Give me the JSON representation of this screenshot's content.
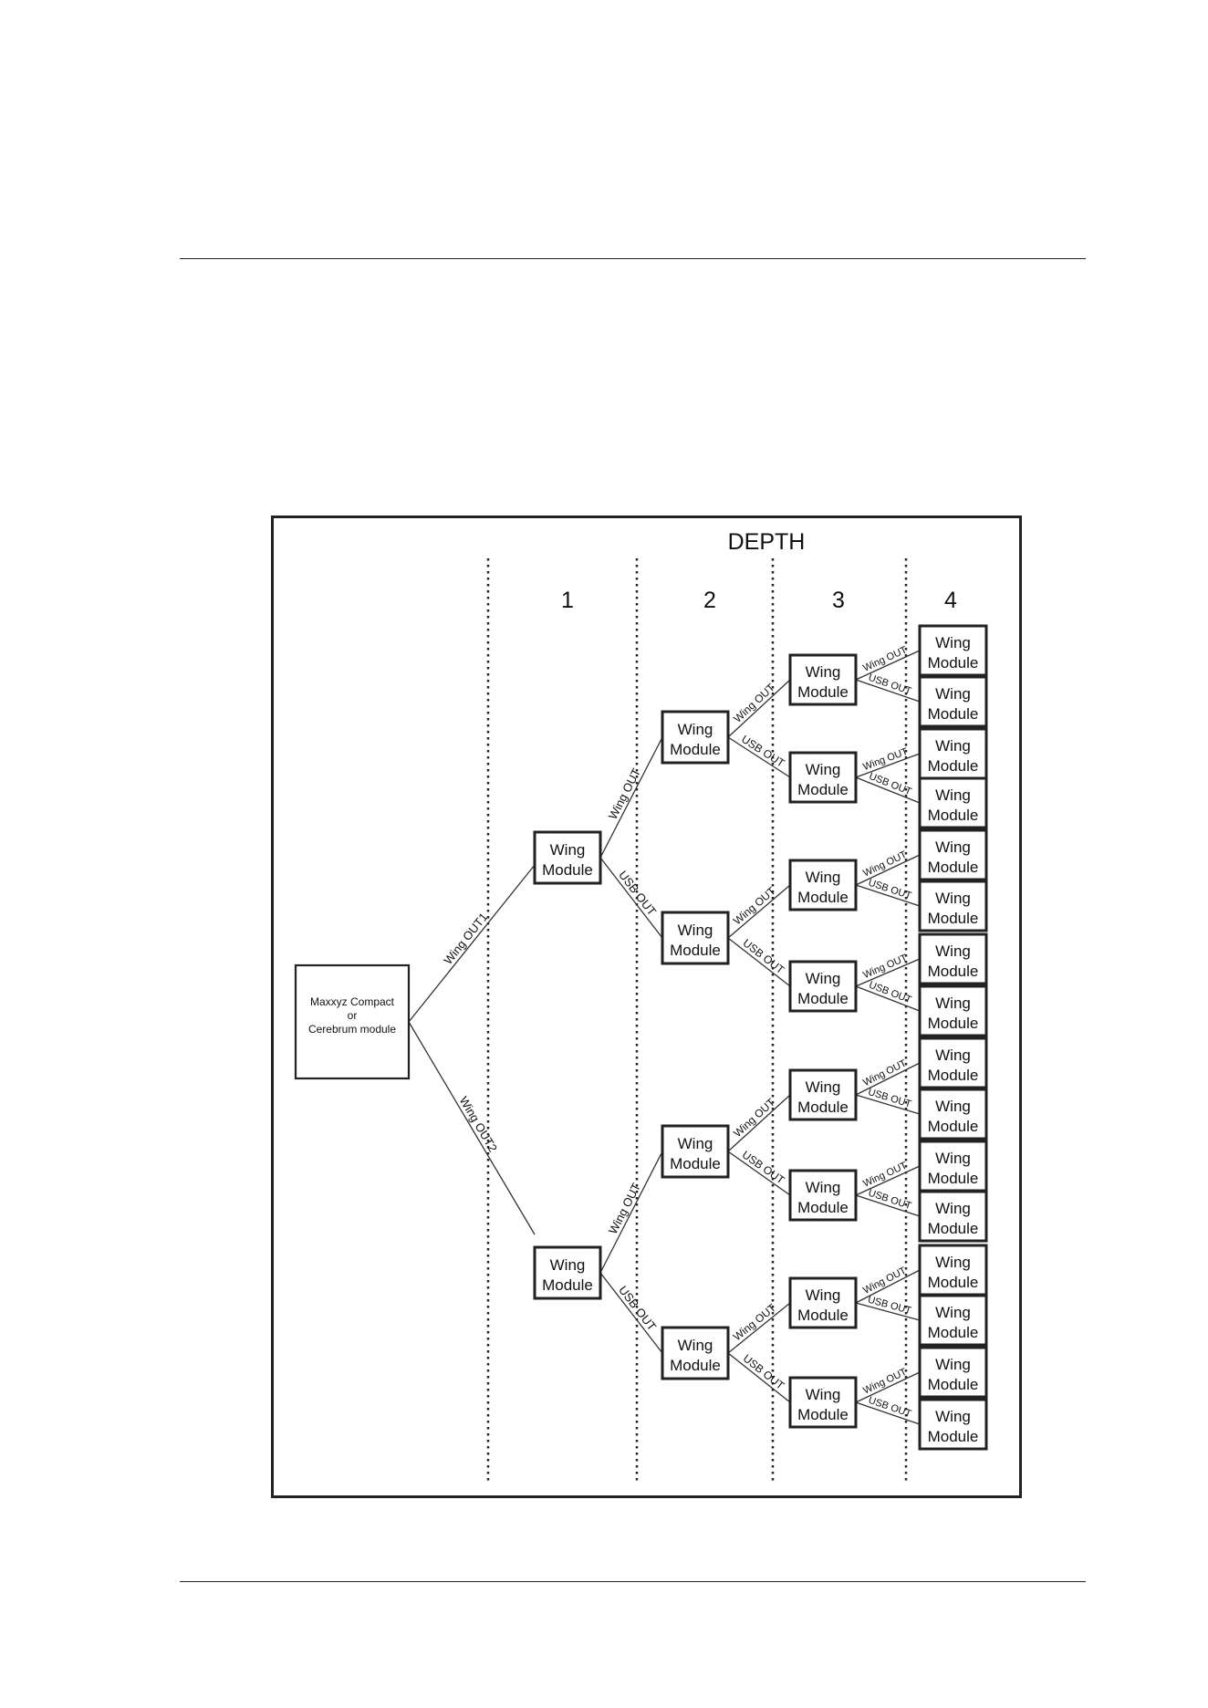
{
  "diagram": {
    "title": "DEPTH",
    "columns": [
      "1",
      "2",
      "3",
      "4"
    ],
    "root": {
      "lines": [
        "Maxxyz Compact",
        "or",
        "Cerebrum module"
      ]
    },
    "module": {
      "lines": [
        "Wing",
        "Module"
      ]
    },
    "edge_labels": {
      "wing_out_1": "Wing OUT1",
      "wing_out_2": "Wing OUT2",
      "wing_out": "Wing OUT",
      "usb_out": "USB OUT"
    }
  },
  "colors": {
    "ink": "#111111",
    "paper": "#ffffff"
  }
}
